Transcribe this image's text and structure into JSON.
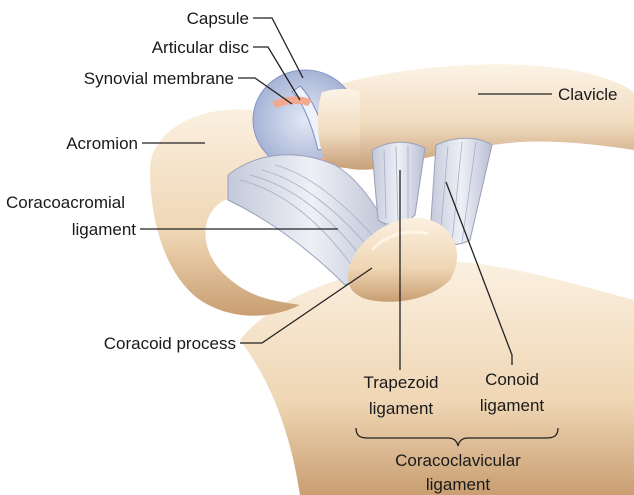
{
  "labels": {
    "capsule": "Capsule",
    "articular_disc": "Articular disc",
    "synovial_membrane": "Synovial membrane",
    "clavicle": "Clavicle",
    "acromion": "Acromion",
    "coracoacromial_line1": "Coracoacromial",
    "coracoacromial_line2": "ligament",
    "coracoid_process": "Coracoid process",
    "trapezoid_line1": "Trapezoid",
    "trapezoid_line2": "ligament",
    "conoid_line1": "Conoid",
    "conoid_line2": "ligament",
    "coracoclavicular_line1": "Coracoclavicular",
    "coracoclavicular_line2": "ligament"
  },
  "colors": {
    "bone": "#f1dcc0",
    "bone_shadow": "#c9a27a",
    "ligament": "#d9dde8",
    "ligament_stroke": "#9aa0b8",
    "capsule": "#a9b6d8",
    "synovial": "#f2a990"
  }
}
